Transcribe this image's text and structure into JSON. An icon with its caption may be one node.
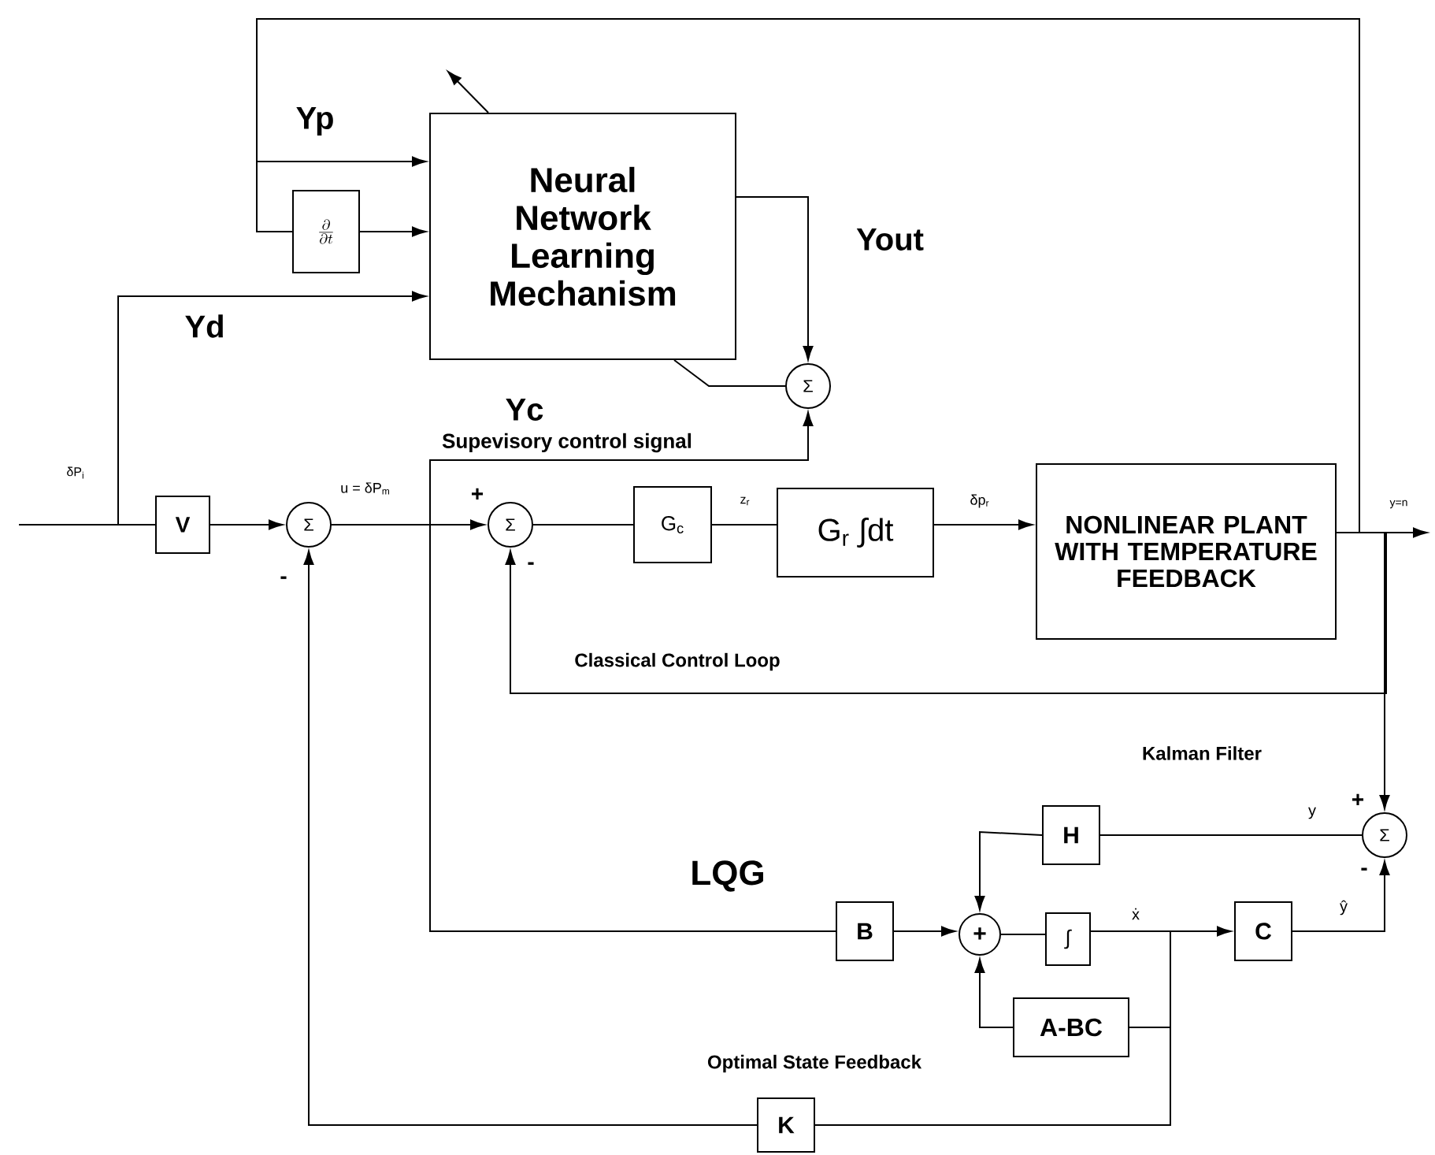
{
  "diagram": {
    "nodes": [
      {
        "text": [
          "Neural Network Learning Mechanism"
        ]
      },
      {
        "text": [
          "\\frac{\\partial}{\\partial t}"
        ]
      },
      {
        "text": [
          "Σ"
        ]
      },
      {
        "text": [
          "V"
        ]
      },
      {
        "text": [
          "Σ"
        ]
      },
      {
        "text": [
          "Σ"
        ]
      },
      {
        "text": [
          "G$_{c}$"
        ]
      },
      {
        "text": [
          "G$_{r}$   ∫dt"
        ]
      },
      {
        "text": [
          "NONLINEAR PLANT WITH TEMPERATURE FEEDBACK"
        ]
      },
      {
        "text": [
          "Σ"
        ]
      },
      {
        "text": [
          "H"
        ]
      },
      {
        "text": [
          "B"
        ]
      },
      {
        "text": [
          "+"
        ]
      },
      {
        "text": [
          "∫"
        ]
      },
      {
        "text": [
          "C"
        ]
      },
      {
        "text": [
          "A-BC"
        ]
      },
      {
        "text": [
          "K"
        ]
      }
    ],
    "edges": [
      {
        "from": 8,
        "to": 0,
        "arrow": "to",
        "label": "Yp"
      },
      {
        "from": 8,
        "to": 1,
        "arrow": "none"
      },
      {
        "from": 1,
        "to": 0,
        "arrow": "to"
      },
      {
        "from": 0,
        "to": null,
        "arrow": "to"
      },
      {
        "from": null,
        "to": 3,
        "arrow": "none",
        "label": "δP$_{i}$"
      },
      {
        "from": null,
        "to": 0,
        "arrow": "to",
        "label": "Yd"
      },
      {
        "from": 3,
        "to": 4,
        "arrow": "to"
      },
      {
        "from": 4,
        "to": 5,
        "arrow": "to",
        "label": "u = δP$_{m}$"
      },
      {
        "from": 4,
        "to": 2,
        "arrow": "to",
        "label": "Yc"
      },
      {
        "from": 4,
        "to": 11,
        "arrow": "none"
      },
      {
        "from": 0,
        "to": 2,
        "arrow": "to",
        "label": "Yout"
      },
      {
        "from": 2,
        "to": 0,
        "arrow": "none"
      },
      {
        "from": 5,
        "to": 6,
        "arrow": "none"
      },
      {
        "from": 6,
        "to": 7,
        "arrow": "none",
        "label": "z$_{r}$"
      },
      {
        "from": 7,
        "to": 8,
        "arrow": "to",
        "label": "δp$_{r}$"
      },
      {
        "from": 8,
        "to": null,
        "arrow": "to",
        "label": "y=n"
      },
      {
        "from": 8,
        "to": 5,
        "arrow": "to"
      },
      {
        "from": 8,
        "to": 9,
        "arrow": "to"
      },
      {
        "from": 9,
        "to": 10,
        "arrow": "none",
        "label": "y"
      },
      {
        "from": 10,
        "to": 12,
        "arrow": "to"
      },
      {
        "from": 11,
        "to": 12,
        "arrow": "to"
      },
      {
        "from": 15,
        "to": 12,
        "arrow": "to"
      },
      {
        "from": 12,
        "to": 13,
        "arrow": "none"
      },
      {
        "from": 13,
        "to": 14,
        "arrow": "to",
        "label": "ẋ"
      },
      {
        "from": 13,
        "to": 15,
        "arrow": "none"
      },
      {
        "from": 13,
        "to": 16,
        "arrow": "none"
      },
      {
        "from": 16,
        "to": 4,
        "arrow": "to"
      },
      {
        "from": 14,
        "to": 9,
        "arrow": "to",
        "label": "ŷ"
      }
    ],
    "labels": [
      "Supevisory control signal",
      "-",
      "+",
      "-",
      "Classical Control Loop",
      "Kalman Filter",
      "+",
      "LQG",
      "-",
      "Optimal State Feedback"
    ]
  }
}
